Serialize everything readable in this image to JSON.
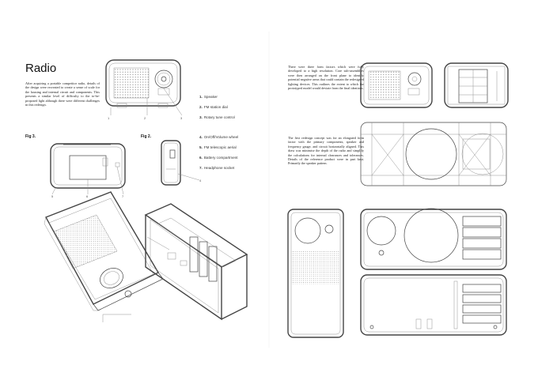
{
  "page": {
    "title": "Radio",
    "intro": "After acquiring a portable competitor radio, details of the design were recreated to create a sense of scale for the housing and internal circuit and components. This presents a similar level of difficulty to the to-be-proposed light although there were different challenges in this redesign.",
    "fig3_label": "Fig 3.",
    "fig2_label": "Fig 2.",
    "legend_top": [
      {
        "num": "1.",
        "label": "Speaker"
      },
      {
        "num": "2.",
        "label": "FM station dial"
      },
      {
        "num": "3.",
        "label": "Rotary tune control"
      }
    ],
    "legend_side": [
      {
        "num": "4.",
        "label": "On/Off/Volume wheel"
      },
      {
        "num": "5.",
        "label": "FM telescopic aerial"
      },
      {
        "num": "6.",
        "label": "Battery compartment"
      },
      {
        "num": "7.",
        "label": "Headphone socket"
      }
    ],
    "callouts_front": [
      "1",
      "2",
      "3"
    ],
    "callouts_side": [
      "4"
    ],
    "callouts_back": [
      "5",
      "6",
      "7"
    ],
    "para1": "There were three form factors which were fully developed to a high resolution. Core sub-assemblies were then arranged on the front plane to identify potential negative areas that could contain the redesigned lighting devices. This outlines the extent to which the prototyped model would deviate from the final ideations.",
    "para2": "The first redesign concept was for an elongated form factor with the primary components, speaker and frequency gauge, and circuit horizontally aligned. This draw was minimise the depth of the radio and simplify the calculations for internal clearances and tolerances. Details of the reference product were in part kept. Primarily the speaker pattern."
  }
}
